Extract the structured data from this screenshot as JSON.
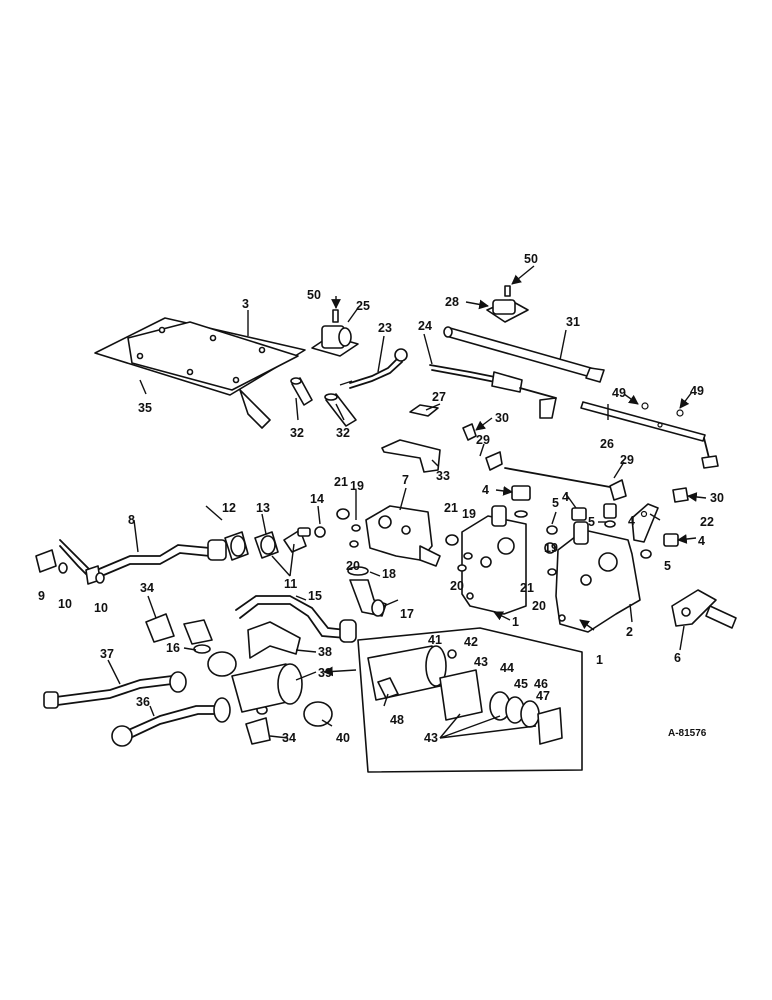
{
  "drawing_ref": "A-81576",
  "callouts": [
    {
      "text": "50"
    },
    {
      "text": "50"
    },
    {
      "text": "3"
    },
    {
      "text": "25"
    },
    {
      "text": "28"
    },
    {
      "text": "31"
    },
    {
      "text": "23"
    },
    {
      "text": "24"
    },
    {
      "text": "35"
    },
    {
      "text": "32"
    },
    {
      "text": "32"
    },
    {
      "text": "27"
    },
    {
      "text": "49"
    },
    {
      "text": "49"
    },
    {
      "text": "26"
    },
    {
      "text": "30"
    },
    {
      "text": "30"
    },
    {
      "text": "29"
    },
    {
      "text": "29"
    },
    {
      "text": "33"
    },
    {
      "text": "4"
    },
    {
      "text": "4"
    },
    {
      "text": "4"
    },
    {
      "text": "4"
    },
    {
      "text": "5"
    },
    {
      "text": "5"
    },
    {
      "text": "5"
    },
    {
      "text": "22"
    },
    {
      "text": "7"
    },
    {
      "text": "21"
    },
    {
      "text": "19"
    },
    {
      "text": "21"
    },
    {
      "text": "19"
    },
    {
      "text": "20"
    },
    {
      "text": "20"
    },
    {
      "text": "14"
    },
    {
      "text": "13"
    },
    {
      "text": "12"
    },
    {
      "text": "8"
    },
    {
      "text": "11"
    },
    {
      "text": "9"
    },
    {
      "text": "10"
    },
    {
      "text": "10"
    },
    {
      "text": "18"
    },
    {
      "text": "17"
    },
    {
      "text": "19"
    },
    {
      "text": "21"
    },
    {
      "text": "20"
    },
    {
      "text": "1"
    },
    {
      "text": "1"
    },
    {
      "text": "2"
    },
    {
      "text": "6"
    },
    {
      "text": "34"
    },
    {
      "text": "15"
    },
    {
      "text": "16"
    },
    {
      "text": "38"
    },
    {
      "text": "39"
    },
    {
      "text": "37"
    },
    {
      "text": "36"
    },
    {
      "text": "34"
    },
    {
      "text": "40"
    },
    {
      "text": "41"
    },
    {
      "text": "42"
    },
    {
      "text": "43"
    },
    {
      "text": "44"
    },
    {
      "text": "45"
    },
    {
      "text": "46"
    },
    {
      "text": "47"
    },
    {
      "text": "48"
    },
    {
      "text": "43"
    }
  ]
}
